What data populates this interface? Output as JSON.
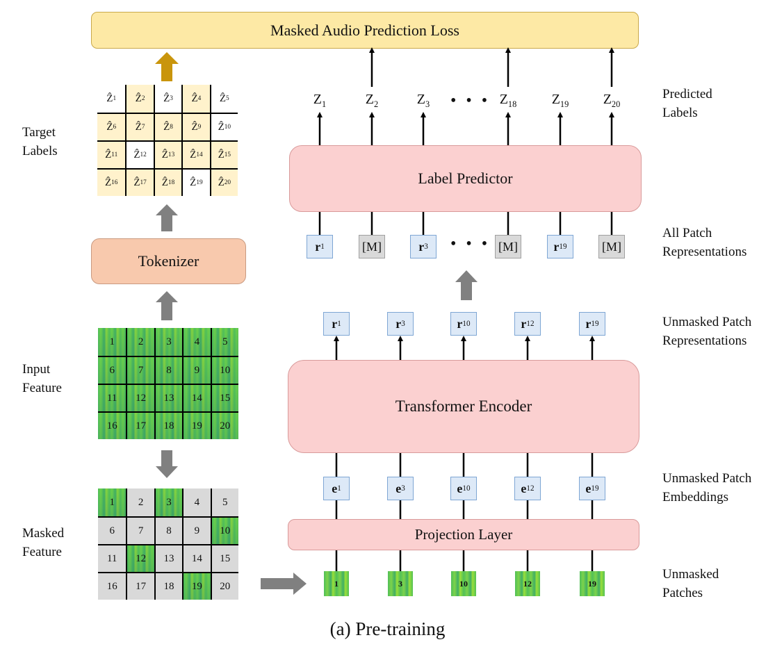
{
  "loss_label": "Masked Audio Prediction Loss",
  "label_predictor": "Label Predictor",
  "transformer_encoder": "Transformer Encoder",
  "projection_layer": "Projection Layer",
  "tokenizer": "Tokenizer",
  "caption": "(a) Pre-training",
  "side_labels": {
    "target_labels": [
      "Target",
      "Labels"
    ],
    "input_feature": [
      "Input",
      "Feature"
    ],
    "masked_feature": [
      "Masked",
      "Feature"
    ],
    "predicted_labels": [
      "Predicted",
      "Labels"
    ],
    "all_patch_repr": [
      "All Patch",
      "Representations"
    ],
    "unmasked_patch_repr": [
      "Unmasked Patch",
      "Representations"
    ],
    "unmasked_patch_emb": [
      "Unmasked Patch",
      "Embeddings"
    ],
    "unmasked_patches": [
      "Unmasked",
      "Patches"
    ]
  },
  "target_grid": [
    "1",
    "2",
    "3",
    "4",
    "5",
    "6",
    "7",
    "8",
    "9",
    "10",
    "11",
    "12",
    "13",
    "14",
    "15",
    "16",
    "17",
    "18",
    "19",
    "20"
  ],
  "target_white_cells": [
    1,
    3,
    5,
    10,
    12,
    19
  ],
  "input_grid": [
    "1",
    "2",
    "3",
    "4",
    "5",
    "6",
    "7",
    "8",
    "9",
    "10",
    "11",
    "12",
    "13",
    "14",
    "15",
    "16",
    "17",
    "18",
    "19",
    "20"
  ],
  "unmasked_indices": [
    1,
    3,
    10,
    12,
    19
  ],
  "predicted_labels": [
    {
      "base": "Z",
      "sub": "1"
    },
    {
      "base": "Z",
      "sub": "2"
    },
    {
      "base": "Z",
      "sub": "3"
    },
    {
      "base": "Z",
      "sub": "18"
    },
    {
      "base": "Z",
      "sub": "19"
    },
    {
      "base": "Z",
      "sub": "20"
    }
  ],
  "all_patch_tokens": [
    {
      "type": "r",
      "sub": "1"
    },
    {
      "type": "m",
      "text": "[M]"
    },
    {
      "type": "r",
      "sub": "3"
    },
    {
      "type": "m",
      "text": "[M]"
    },
    {
      "type": "r",
      "sub": "19"
    },
    {
      "type": "m",
      "text": "[M]"
    }
  ],
  "unmasked_repr": [
    "1",
    "3",
    "10",
    "12",
    "19"
  ],
  "unmasked_emb": [
    "1",
    "3",
    "10",
    "12",
    "19"
  ],
  "patches": [
    "1",
    "3",
    "10",
    "12",
    "19"
  ],
  "ellipsis": "• • •",
  "colors": {
    "loss": "#fde9a5",
    "block": "#fbd0d0",
    "tokenizer": "#f8c9ad",
    "target_cell": "#fff2cc",
    "masked_cell": "#d9d9d9",
    "token": "#dde9f7",
    "gold_arrow": "#c9950c",
    "gray_arrow": "#808080"
  }
}
